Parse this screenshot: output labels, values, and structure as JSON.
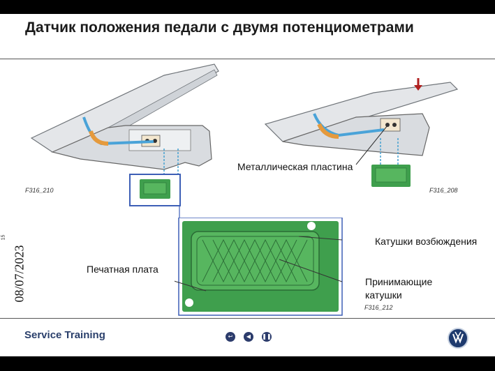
{
  "title": "Датчик положения педали с двумя потенциометрами",
  "date": "08/07/2023",
  "page_number": "15",
  "figures": {
    "left": "F316_210",
    "right": "F316_208",
    "bottom": "F316_212"
  },
  "labels": {
    "metal_plate": "Металлическая пластина",
    "excitation_coils": "Катушки возбюждения",
    "pcb": "Печатная плата",
    "receiving_coils_line1": "Принимающие",
    "receiving_coils_line2": "катушки"
  },
  "footer": {
    "brand": "Service Training",
    "nav_icons": [
      "return-icon",
      "back-icon",
      "pause-icon"
    ],
    "logo": "vw-logo"
  },
  "colors": {
    "pcb_green": "#3f9f4d",
    "pcb_light": "#57b65f",
    "frame_blue": "#3d5fb6",
    "arrow_red": "#b02020"
  }
}
